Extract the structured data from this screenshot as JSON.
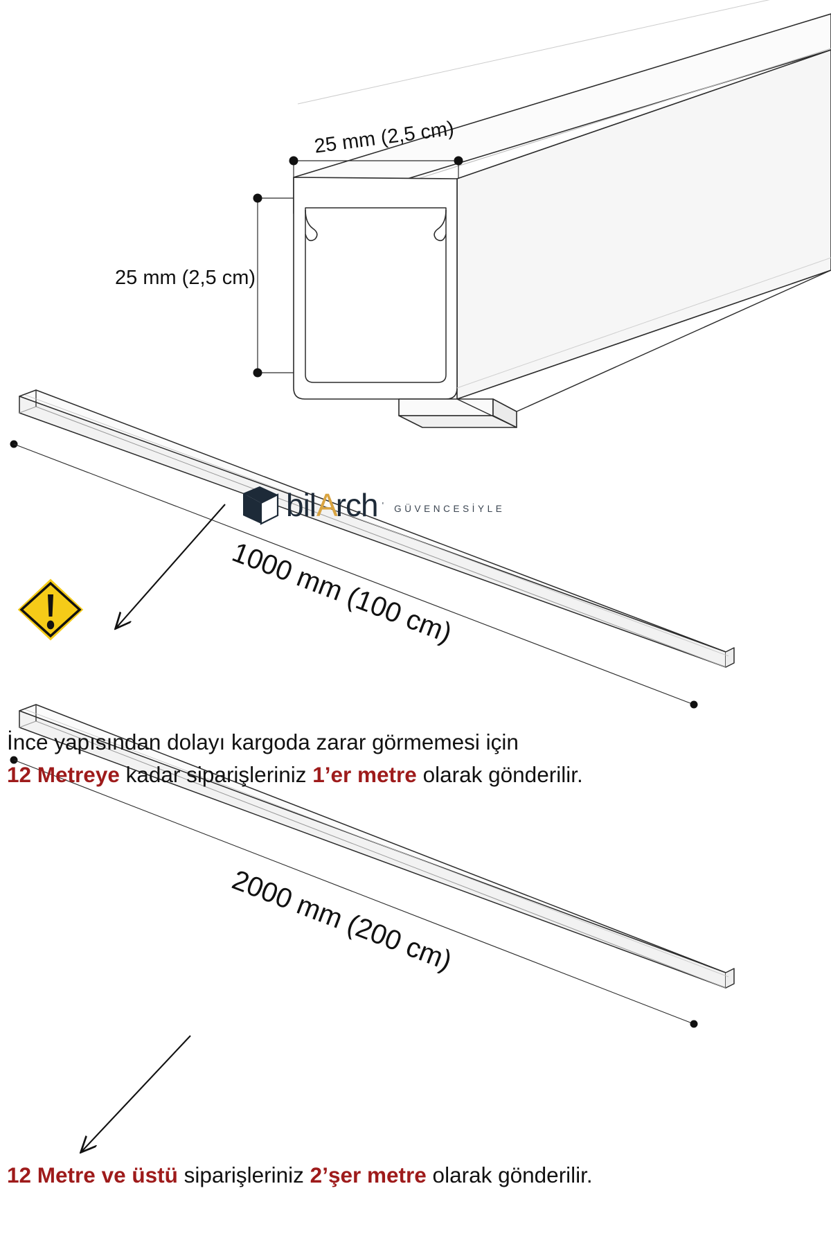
{
  "product": {
    "type": "cable-trunking-profile-diagram",
    "dimensions": {
      "width_label": "25 mm (2,5 cm)",
      "height_label": "25 mm (2,5 cm)",
      "length_short_label": "1000 mm (100 cm)",
      "length_long_label": "2000 mm (200 cm)"
    }
  },
  "logo": {
    "brand_part1": "bil",
    "brand_a": "A",
    "brand_part2": "rch",
    "tick": "'",
    "tagline": "GÜVENCESİYLE",
    "color_dark": "#1d2a38",
    "color_gold": "#d9a441"
  },
  "warning": {
    "icon": "warning-triangle-icon",
    "color_bg": "#f5cb18",
    "color_border": "#111111",
    "note1": {
      "line1": "İnce yapısından dolayı kargoda zarar görmemesi için",
      "line2_seg1": "12 Metreye",
      "line2_seg2": " kadar siparişleriniz ",
      "line2_seg3": "1’er metre",
      "line2_seg4": " olarak gönderilir."
    },
    "note2": {
      "seg1": "12 Metre ve üstü",
      "seg2": " siparişleriniz ",
      "seg3": "2’şer metre",
      "seg4": " olarak gönderilir."
    },
    "emphasis_color": "#9e1b1b"
  },
  "drawing": {
    "line_color": "#2b2b2b",
    "fill_color": "#ffffff",
    "shade_color": "#f4f4f4"
  }
}
